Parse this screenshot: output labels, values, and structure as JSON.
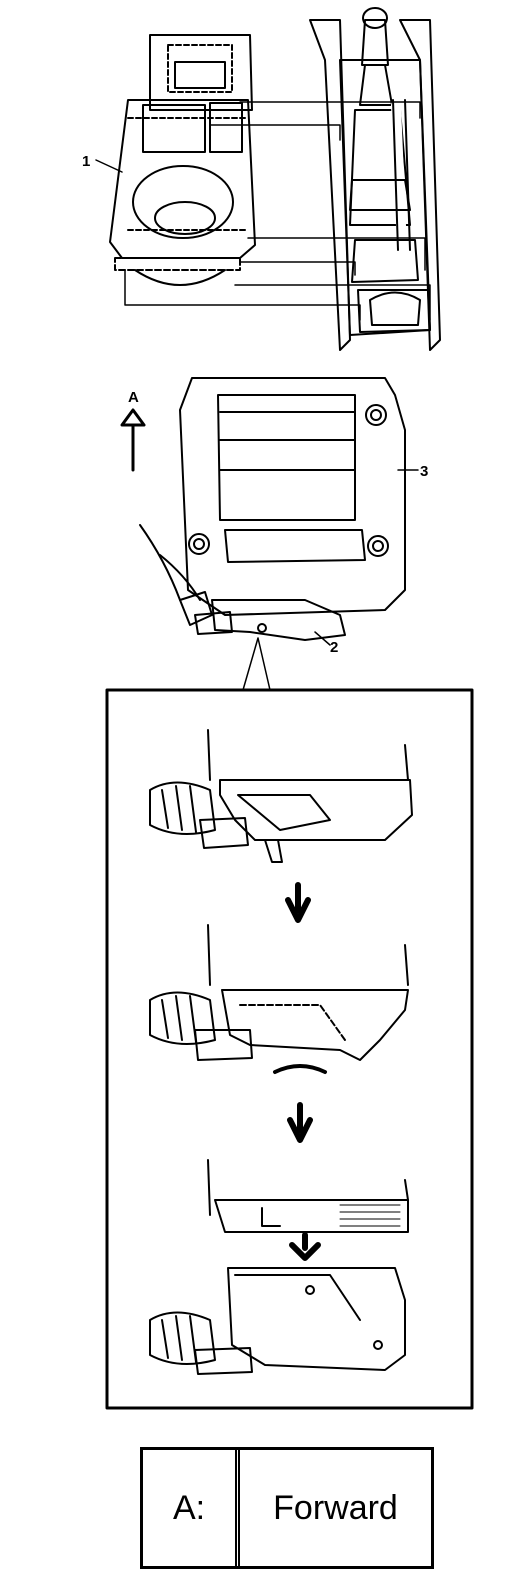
{
  "labels": {
    "part1": "1",
    "part2": "2",
    "part3": "3",
    "arrow": "A"
  },
  "legend": {
    "key": "A:",
    "value": "Forward"
  }
}
